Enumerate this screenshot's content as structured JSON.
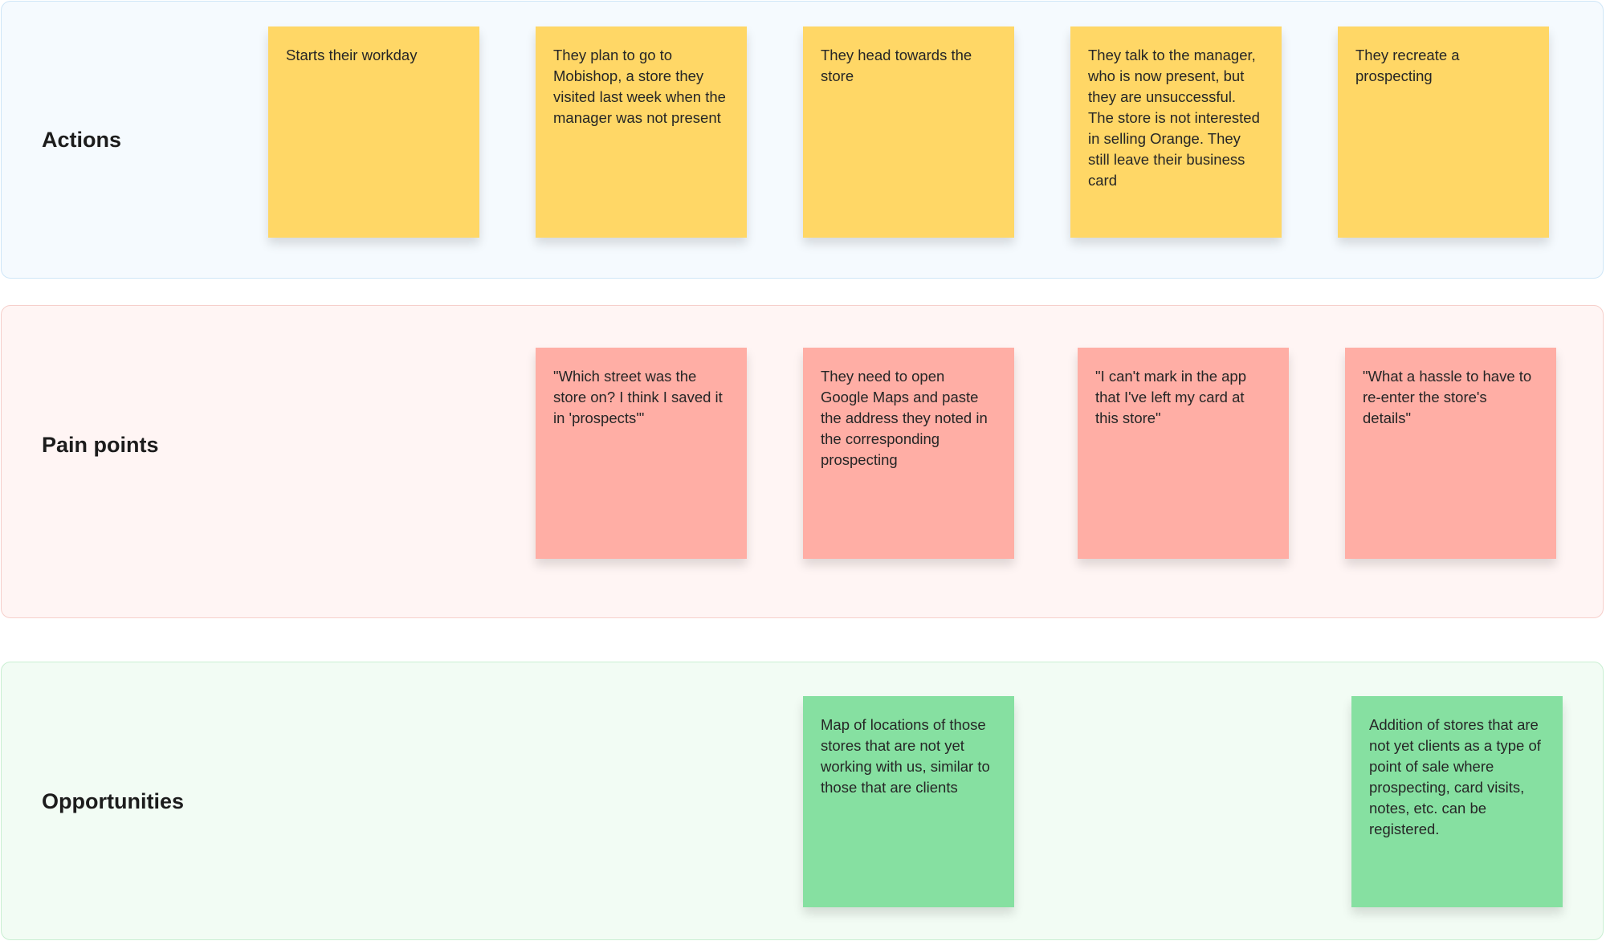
{
  "lanes": {
    "actions": {
      "title": "Actions",
      "notes": [
        "Starts their workday",
        "They plan to go to Mobishop, a store they visited last week when the manager was not present",
        "They head towards the store",
        "They talk to the manager, who is now present, but they are unsuccessful. The store is not interested in selling Orange. They still leave their business card",
        "They recreate a prospecting"
      ]
    },
    "pain_points": {
      "title": "Pain points",
      "notes": [
        "\"Which street was the store on? I think I saved it in 'prospects'\"",
        "They need to open Google Maps and paste the address they noted in the corresponding prospecting",
        "\"I can't mark in the app that I've left my card at this store\"",
        "\"What a hassle to have to re-enter the store's details\""
      ]
    },
    "opportunities": {
      "title": "Opportunities",
      "notes": [
        "Map of locations of those stores that are not yet working with us, similar to those that are clients",
        "Addition of stores that are not yet clients as a type of point of sale where prospecting, card visits, notes, etc. can be registered."
      ]
    }
  },
  "colors": {
    "actions_note": "#ffd766",
    "pain_note": "#ffaea5",
    "opportunity_note": "#86e0a1"
  }
}
